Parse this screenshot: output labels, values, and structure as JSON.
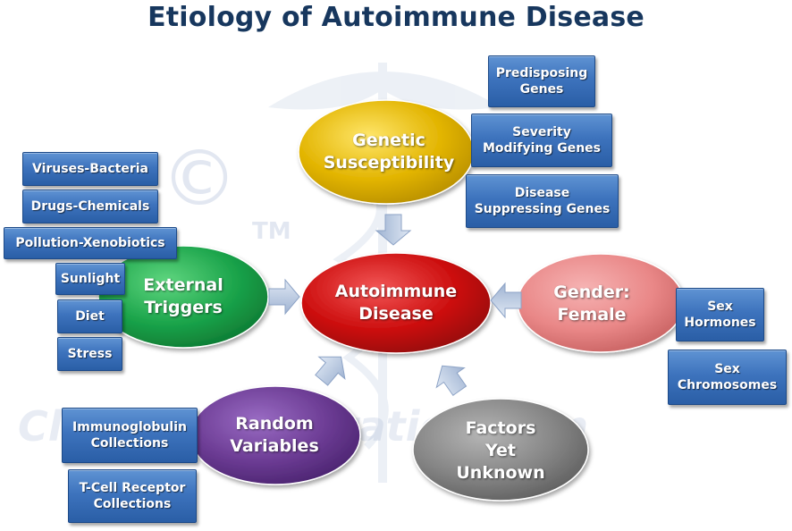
{
  "title": "Etiology of Autoimmune Disease",
  "watermark": {
    "copyright": "©",
    "trademark": "TM",
    "site": "Climate-Exploration.com"
  },
  "colors": {
    "title": "#17375e",
    "genetic": "#e2b400",
    "external": "#1aa34a",
    "center": "#cc0e0e",
    "gender": "#e98787",
    "random": "#6b3b93",
    "unknown": "#858585",
    "box": "#3d73bd",
    "arrow": "#b4c5de"
  },
  "nodes": {
    "genetic": {
      "line1": "Genetic",
      "line2": "Susceptibility"
    },
    "external": {
      "line1": "External",
      "line2": "Triggers"
    },
    "center": {
      "line1": "Autoimmune",
      "line2": "Disease"
    },
    "gender": {
      "line1": "Gender:",
      "line2": "Female"
    },
    "random": {
      "line1": "Random",
      "line2": "Variables"
    },
    "unknown": {
      "line1": "Factors",
      "line2": "Yet",
      "line3": "Unknown"
    }
  },
  "boxes": {
    "genetic": [
      {
        "line1": "Predisposing",
        "line2": "Genes"
      },
      {
        "line1": "Severity",
        "line2": "Modifying Genes"
      },
      {
        "line1": "Disease",
        "line2": "Suppressing Genes"
      }
    ],
    "external": [
      {
        "line1": "Viruses-Bacteria"
      },
      {
        "line1": "Drugs-Chemicals"
      },
      {
        "line1": "Pollution-Xenobiotics"
      },
      {
        "line1": "Sunlight"
      },
      {
        "line1": "Diet"
      },
      {
        "line1": "Stress"
      }
    ],
    "gender": [
      {
        "line1": "Sex",
        "line2": "Hormones"
      },
      {
        "line1": "Sex",
        "line2": "Chromosomes"
      }
    ],
    "random": [
      {
        "line1": "Immunoglobulin",
        "line2": "Collections"
      },
      {
        "line1": "T-Cell Receptor",
        "line2": "Collections"
      }
    ]
  }
}
